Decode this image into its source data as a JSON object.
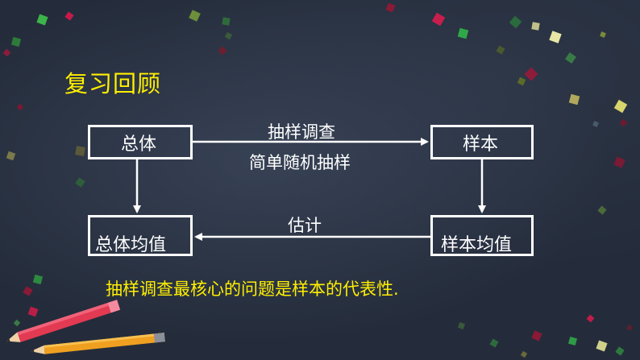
{
  "slide": {
    "title": "复习回顾",
    "conclusion": "抽样调查最核心的问题是样本的代表性."
  },
  "diagram": {
    "nodes": {
      "population": "总体",
      "sample": "样本",
      "population_mean": "总体均值",
      "sample_mean": "样本均值"
    },
    "edge_labels": {
      "sampling_survey": "抽样调查",
      "simple_random_sampling": "简单随机抽样",
      "estimate": "估计"
    }
  },
  "colors": {
    "background": "#242c3b",
    "accent_text": "#ffef00",
    "line": "#ffffff"
  }
}
